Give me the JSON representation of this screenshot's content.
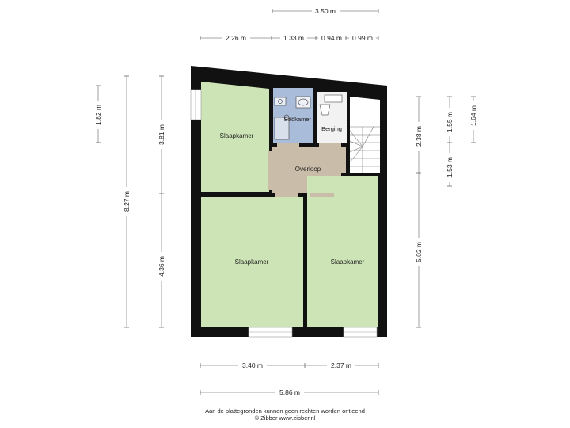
{
  "rooms": {
    "slaapkamer_top": "Slaapkamer",
    "badkamer": "Badkamer",
    "berging": "Berging",
    "overloop": "Overloop",
    "slaapkamer_left": "Slaapkamer",
    "slaapkamer_right": "Slaapkamer"
  },
  "dimensions": {
    "top_total": "3.50 m",
    "top_a": "2.26 m",
    "top_b": "1.33 m",
    "top_c": "0.94 m",
    "top_d": "0.99 m",
    "left_outer_a": "1.82 m",
    "left_outer_total": "8.27 m",
    "left_inner_a": "3.81 m",
    "left_inner_b": "4.36 m",
    "right_a": "2.38 m",
    "right_b": "5.02 m",
    "right_outer_a": "1.55 m",
    "right_outer_b": "1.53 m",
    "right_far": "1.64 m",
    "bottom_a": "3.40 m",
    "bottom_b": "2.37 m",
    "bottom_total": "5.86 m"
  },
  "footer": {
    "line1": "Aan de plattegronden kunnen geen rechten worden ontleend",
    "line2": "© Zibber www.zibber.nl"
  },
  "colors": {
    "bedroom": "#cde5b6",
    "bathroom": "#a9bcd9",
    "landing": "#c9bda9",
    "storage": "#f2f2f2",
    "wall": "#111111"
  }
}
